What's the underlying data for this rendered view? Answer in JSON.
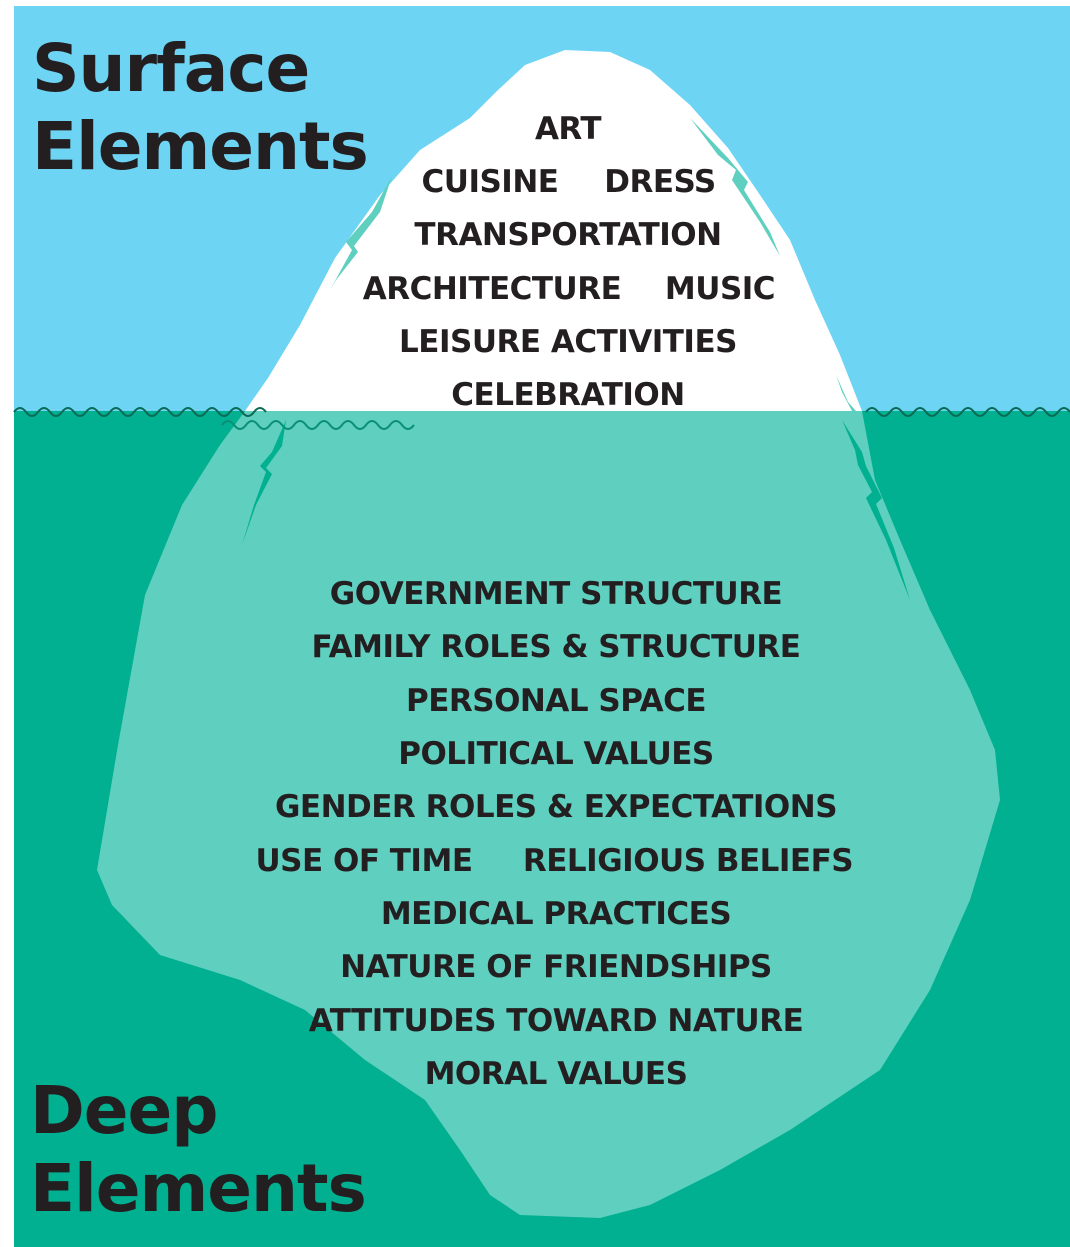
{
  "colors": {
    "sky": "#6dd4f4",
    "water": "#00b090",
    "ice_above": "#ffffff",
    "ice_below": "#5fcfc0",
    "crack": "#5fcfc0",
    "text": "#231f20"
  },
  "surface": {
    "title_line1": "Surface",
    "title_line2": "Elements",
    "items": [
      {
        "id": "art",
        "label": "ART"
      },
      {
        "id": "cuisine",
        "label": "CUISINE"
      },
      {
        "id": "dress",
        "label": "DRESS"
      },
      {
        "id": "transportation",
        "label": "TRANSPORTATION"
      },
      {
        "id": "architecture",
        "label": "ARCHITECTURE"
      },
      {
        "id": "music",
        "label": "MUSIC"
      },
      {
        "id": "leisure",
        "label": "LEISURE ACTIVITIES"
      },
      {
        "id": "celebration",
        "label": "CELEBRATION"
      }
    ]
  },
  "deep": {
    "title_line1": "Deep",
    "title_line2": "Elements",
    "items": [
      {
        "id": "government",
        "label": "GOVERNMENT STRUCTURE"
      },
      {
        "id": "family",
        "label": "FAMILY ROLES & STRUCTURE"
      },
      {
        "id": "personal-space",
        "label": "PERSONAL SPACE"
      },
      {
        "id": "political",
        "label": "POLITICAL VALUES"
      },
      {
        "id": "gender",
        "label": "GENDER ROLES & EXPECTATIONS"
      },
      {
        "id": "time",
        "label": "USE OF TIME"
      },
      {
        "id": "religious",
        "label": "RELIGIOUS BELIEFS"
      },
      {
        "id": "medical",
        "label": "MEDICAL PRACTICES"
      },
      {
        "id": "friendships",
        "label": "NATURE OF FRIENDSHIPS"
      },
      {
        "id": "nature",
        "label": "ATTITUDES TOWARD NATURE"
      },
      {
        "id": "moral",
        "label": "MORAL VALUES"
      }
    ]
  }
}
